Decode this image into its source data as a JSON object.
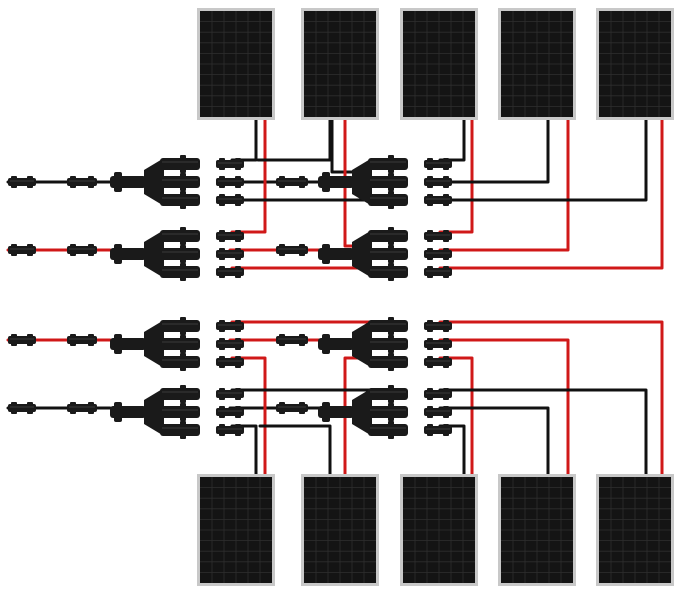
{
  "diagram": {
    "description_visible_text": "",
    "colors": {
      "background": "#ffffff",
      "panel_frame": "#c8c8c8",
      "panel_cell": "#141414",
      "panel_grid": "#2e2e2e",
      "wire_negative": "#111111",
      "wire_positive": "#d01818",
      "connector_body": "#1a1a1a",
      "connector_highlight": "#3a3a3a"
    },
    "solar_panels": {
      "top_row_count": 5,
      "bottom_row_count": 5
    },
    "branch_connectors": {
      "groups": [
        {
          "name": "top-negative-group",
          "polarity": "negative"
        },
        {
          "name": "top-positive-group",
          "polarity": "positive"
        },
        {
          "name": "bottom-positive-group",
          "polarity": "positive"
        },
        {
          "name": "bottom-negative-group",
          "polarity": "negative"
        }
      ],
      "branches_per_connector": 3
    }
  }
}
